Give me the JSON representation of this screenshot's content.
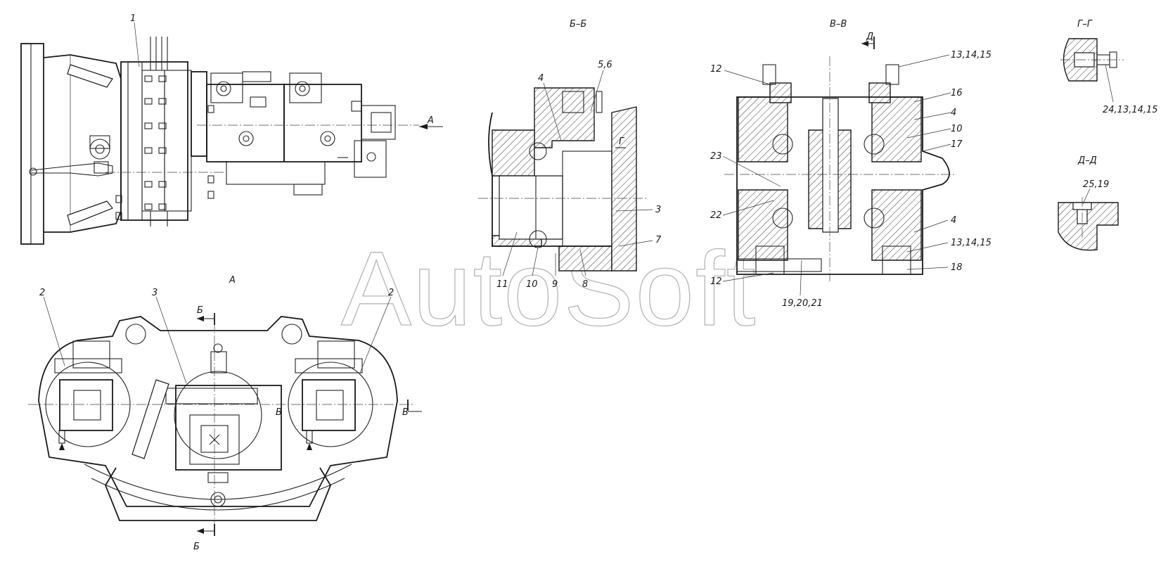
{
  "watermark": "AutoSoft",
  "views": {
    "section_bb": "Б–Б",
    "section_vv": "В–В",
    "section_gg": "Г–Г",
    "section_dd": "Д–Д",
    "view_a": "А"
  },
  "markers": {
    "arrow_a": "А",
    "cut_b_top": "Б",
    "cut_b_bottom": "Б",
    "cut_v_left": "В",
    "cut_v_right": "В",
    "cut_g": "Г",
    "cut_d": "Д"
  },
  "labels": {
    "l1": "1",
    "l2a": "2",
    "l2b": "2",
    "l3a": "3",
    "l3b": "3",
    "l4a": "4",
    "l4b": "4",
    "l4c": "4",
    "l56": "5,6",
    "l7": "7",
    "l8": "8",
    "l9": "9",
    "l10a": "10",
    "l10b": "10",
    "l11": "11",
    "l12a": "12",
    "l12b": "12",
    "l131415a": "13,14,15",
    "l131415b": "13,14,15",
    "l16": "16",
    "l17": "17",
    "l18": "18",
    "l192021": "19,20,21",
    "l22": "22",
    "l23": "23",
    "l2413": "24,13,14,15",
    "l2519": "25,19"
  }
}
